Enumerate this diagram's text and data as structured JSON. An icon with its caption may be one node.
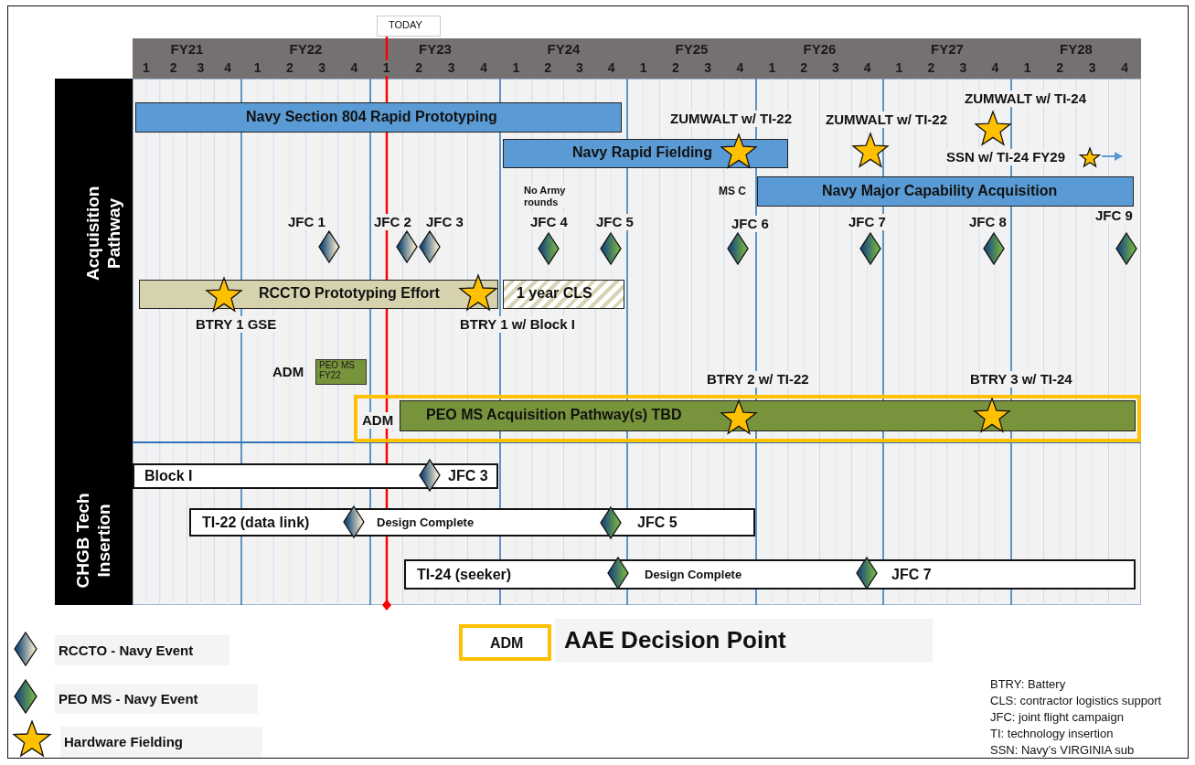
{
  "diagram": {
    "nodes": [
      {
        "text": [
          "TODAY"
        ]
      },
      {
        "text": [
          "Acquisition Pathway"
        ]
      },
      {
        "text": [
          "CHGB Tech Insertion"
        ]
      },
      {
        "text": [
          "Navy Section 804 Rapid Prototyping"
        ]
      },
      {
        "text": [
          "Navy Rapid Fielding"
        ]
      },
      {
        "text": [
          "Navy Major Capability Acquisition"
        ],
        "beside": [
          "MS C"
        ]
      },
      {
        "text": [
          "RCCTO Prototyping Effort"
        ]
      },
      {
        "text": [
          "1 year CLS"
        ]
      },
      {
        "text": [
          "PEO MS FY22"
        ],
        "beside": [
          "ADM"
        ]
      },
      {
        "text": [
          "ADM"
        ]
      },
      {
        "text": [
          "PEO MS Acquisition Pathway(s) TBD"
        ],
        "in": 9
      },
      {
        "text": [
          "Block I",
          "JFC 3"
        ]
      },
      {
        "text": [
          "TI-22 (data link)",
          "Design Complete",
          "JFC 5"
        ]
      },
      {
        "text": [
          "TI-24 (seeker)",
          "Design Complete",
          "JFC 7"
        ]
      }
    ],
    "edges": [],
    "labels": [
      "FY21",
      "FY22",
      "FY23",
      "FY24",
      "FY25",
      "FY26",
      "FY27",
      "FY28",
      "1",
      "2",
      "3",
      "4",
      "1",
      "2",
      "3",
      "4",
      "1",
      "2",
      "3",
      "4",
      "1",
      "2",
      "3",
      "4",
      "1",
      "2",
      "3",
      "4",
      "1",
      "2",
      "3",
      "4",
      "1",
      "2",
      "3",
      "4",
      "1",
      "2",
      "3",
      "4",
      "ZUMWALT w/ TI-24",
      "ZUMWALT w/ TI-22",
      "ZUMWALT w/ TI-22",
      "SSN w/ TI-24 FY29",
      "No Army rounds",
      "JFC 1",
      "JFC 2",
      "JFC 3",
      "JFC 4",
      "JFC 5",
      "JFC 6",
      "JFC 7",
      "JFC 8",
      "JFC 9",
      "BTRY 1 GSE",
      "BTRY 1 w/ Block I",
      "BTRY 2 w/ TI-22",
      "BTRY 3 w/ TI-24",
      "ADM",
      "BTRY: Battery",
      "CLS: contractor logistics support",
      "JFC: joint flight campaign",
      "TI: technology insertion",
      "SSN: Navy’s VIRGINIA sub"
    ],
    "legend": [
      {
        "text": "RCCTO - Navy Event"
      },
      {
        "text": "PEO MS - Navy Event"
      },
      {
        "text": "Hardware Fielding"
      },
      {
        "text": "AAE Decision Point"
      }
    ]
  }
}
